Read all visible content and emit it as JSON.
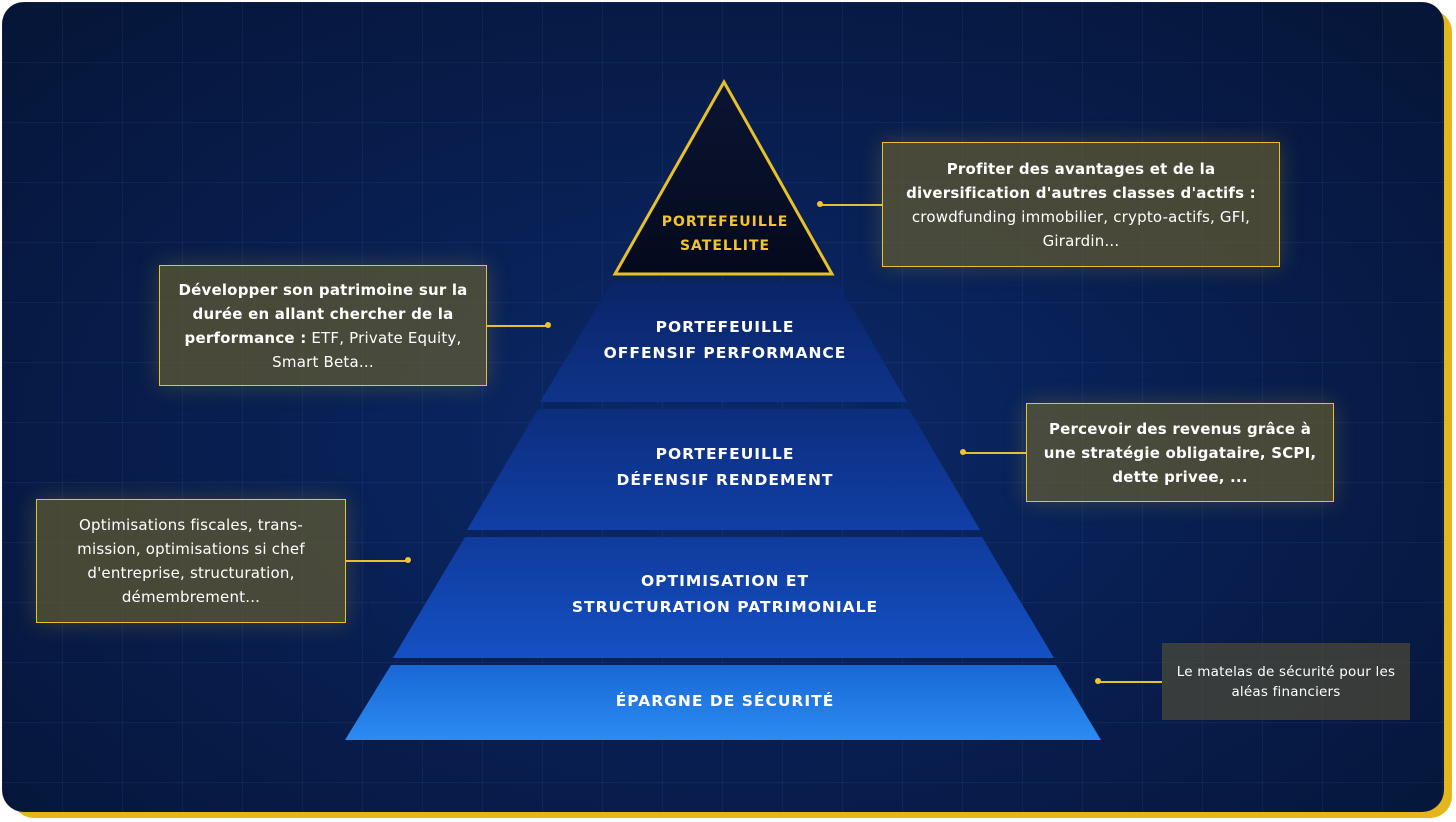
{
  "apex": {
    "line1": "PORTEFEUILLE",
    "line2": "SATELLITE"
  },
  "tiers": [
    {
      "line1": "PORTEFEUILLE",
      "line2": "OFFENSIF PERFORMANCE"
    },
    {
      "line1": "PORTEFEUILLE",
      "line2": "DÉFENSIF RENDEMENT"
    },
    {
      "line1": "OPTIMISATION ET",
      "line2": "STRUCTURATION PATRIMONIALE"
    },
    {
      "line1": "ÉPARGNE DE SÉCURITÉ"
    }
  ],
  "notes": {
    "satellite": {
      "bold": "Profiter des avantages et de la diversification d'autres classes d'actifs :",
      "regular": " crowdfunding immobilier, crypto-actifs, GFI, Girardin..."
    },
    "offensif": {
      "bold": "Développer son patrimoine sur la durée en allant chercher de la performance :",
      "regular": " ETF, Private Equity, Smart Beta..."
    },
    "defensif": {
      "bold": "Percevoir des revenus grâce à une stratégie obligataire, SCPI, dette privee, ...",
      "regular": ""
    },
    "optimisation": {
      "bold": "",
      "regular": "Optimisations fiscales, trans-mission, optimisations si chef d'entreprise, structuration, démembrement..."
    },
    "securite": {
      "bold": "",
      "regular": "Le matelas de sécurité pour les aléas financiers"
    }
  },
  "colors": {
    "accent": "#e8c12a",
    "apex_text": "#f0c531",
    "background": "#081f52"
  }
}
